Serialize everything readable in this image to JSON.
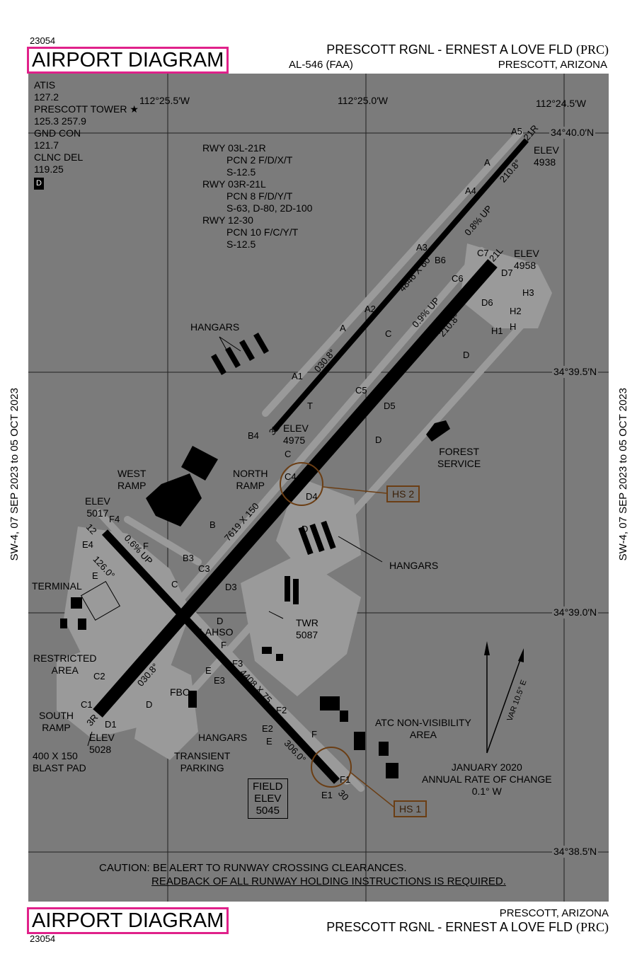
{
  "header": {
    "doc_number": "23054",
    "diagram_title": "AIRPORT DIAGRAM",
    "airport_name": "PRESCOTT RGNL - ERNEST A LOVE FLD",
    "airport_code": "(PRC)",
    "al_number": "AL-546 (FAA)",
    "location": "PRESCOTT, ARIZONA"
  },
  "footer": {
    "location": "PRESCOTT, ARIZONA",
    "diagram_title": "AIRPORT DIAGRAM",
    "airport_name": "PRESCOTT RGNL - ERNEST A LOVE FLD",
    "airport_code": "(PRC)",
    "doc_number": "23054"
  },
  "side_margins": {
    "left": "SW-4, 07 SEP 2023 to 05 OCT 2023",
    "right": "SW-4, 07 SEP 2023 to 05 OCT 2023"
  },
  "frequencies": [
    "ATIS",
    "127.2",
    "PRESCOTT TOWER ★",
    "125.3  257.9",
    "GND CON",
    "121.7",
    "CLNC DEL",
    "119.25"
  ],
  "d_symbol": "D",
  "longitudes": [
    "112°25.5′W",
    "112°25.0′W",
    "112°24.5′W"
  ],
  "latitudes": [
    "34°40.0′N",
    "34°39.5′N",
    "34°39.0′N",
    "34°38.5′N"
  ],
  "runway_info": [
    "RWY 03L-21R",
    "PCN 2 F/D/X/T",
    "S-12.5",
    "RWY 03R-21L",
    "PCN 8 F/D/Y/T",
    "S-63, D-80, 2D-100",
    "RWY 12-30",
    "PCN 10 F/C/Y/T",
    "S-12.5"
  ],
  "labels": {
    "elev_21r": [
      "ELEV",
      "4938"
    ],
    "elev_21l": [
      "ELEV",
      "4958"
    ],
    "elev_3l": [
      "ELEV",
      "4975"
    ],
    "elev_12": [
      "ELEV",
      "5017"
    ],
    "elev_3r": [
      "ELEV",
      "5028"
    ],
    "hangars_north": "HANGARS",
    "hangars_east": "HANGARS",
    "hangars_south": "HANGARS",
    "forest_service": [
      "FOREST",
      "SERVICE"
    ],
    "west_ramp": [
      "WEST",
      "RAMP"
    ],
    "north_ramp": [
      "NORTH",
      "RAMP"
    ],
    "terminal": "TERMINAL",
    "restricted_area": [
      "RESTRICTED",
      "AREA"
    ],
    "south_ramp": [
      "SOUTH",
      "RAMP"
    ],
    "blast_pad": [
      "400 X 150",
      "BLAST PAD"
    ],
    "fbo": "FBO",
    "transient_parking": [
      "TRANSIENT",
      "PARKING"
    ],
    "twr": [
      "TWR",
      "5087"
    ],
    "lahso": "LAHSO",
    "atc_area": [
      "ATC NON-VISIBILITY",
      "AREA"
    ],
    "field_elev": [
      "FIELD",
      "ELEV",
      "5045"
    ],
    "hs1": "HS 1",
    "hs2": "HS 2",
    "magnetic": [
      "JANUARY 2020",
      "ANNUAL RATE OF CHANGE",
      "0.1° W"
    ],
    "var": "VAR 10.5° E"
  },
  "runways": {
    "rwy_03l_21r": {
      "ends": [
        "3L",
        "21R"
      ],
      "dims": "4846 X 60",
      "heading": "030.8°",
      "reciprocal": "210.8°",
      "slope": "0.8% UP"
    },
    "rwy_03r_21l": {
      "ends": [
        "3R",
        "21L"
      ],
      "dims": "7619 X 150",
      "heading": "030.8°",
      "reciprocal": "210.8°",
      "slope": "0.9% UP"
    },
    "rwy_12_30": {
      "ends": [
        "12",
        "30"
      ],
      "dims": "4408 X 75",
      "heading": "126.0°",
      "reciprocal": "306.0°",
      "slope": "0.6% UP"
    }
  },
  "taxiways": [
    "A",
    "A1",
    "A2",
    "A3",
    "A4",
    "A5",
    "B",
    "B3",
    "B4",
    "B6",
    "C",
    "C1",
    "C2",
    "C3",
    "C4",
    "C5",
    "C6",
    "C7",
    "D",
    "D1",
    "D3",
    "D4",
    "D5",
    "D6",
    "D7",
    "E",
    "E1",
    "E2",
    "E3",
    "E4",
    "F",
    "F1",
    "F2",
    "F3",
    "F4",
    "H",
    "H1",
    "H2",
    "H3",
    "T"
  ],
  "caution": [
    "CAUTION: BE ALERT TO RUNWAY CROSSING CLEARANCES.",
    "READBACK OF ALL RUNWAY HOLDING INSTRUCTIONS IS REQUIRED."
  ],
  "colors": {
    "chart_bg": "#7b7b7b",
    "pavement": "#9a9a9a",
    "runway": "#000000",
    "hotspot": "#6b3e14",
    "title_border": "#e0218a"
  }
}
